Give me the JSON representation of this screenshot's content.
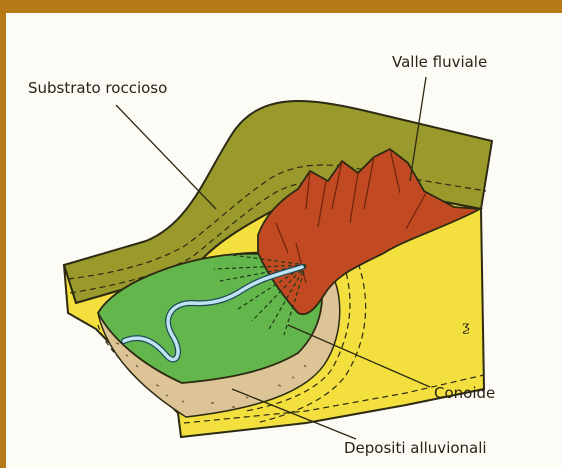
{
  "labels": {
    "valle": "Valle fluviale",
    "substrato": "Substrato roccioso",
    "conoide": "Conoide",
    "depositi": "Depositi alluvionali"
  },
  "signature": "ƺ",
  "colors": {
    "frame": "#b57a16",
    "bedrock_olive": "#9a9a2c",
    "layer_yellow": "#f3df3e",
    "plain_green": "#62b64c",
    "mountain_red": "#c24a22",
    "deposits_tan": "#dcc497",
    "river_blue": "#bfe4ef"
  }
}
